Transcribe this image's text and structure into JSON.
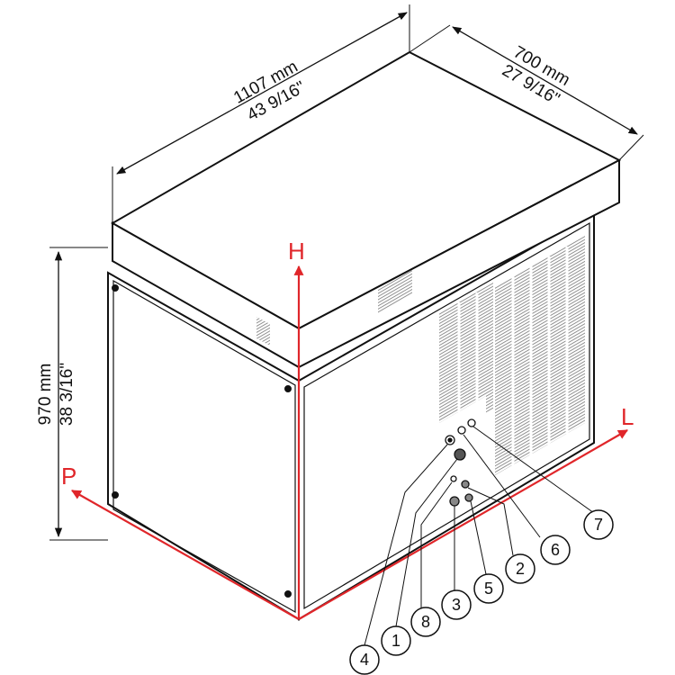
{
  "dimensions": {
    "width": {
      "mm": "1107 mm",
      "inch": "43 9/16\""
    },
    "depth": {
      "mm": "700 mm",
      "inch": "27 9/16\""
    },
    "height": {
      "mm": "970 mm",
      "inch": "38 3/16\""
    }
  },
  "axes": {
    "h": "H",
    "l": "L",
    "p": "P",
    "color": "#e0262a"
  },
  "callouts": [
    "7",
    "6",
    "2",
    "5",
    "3",
    "8",
    "1",
    "4"
  ]
}
